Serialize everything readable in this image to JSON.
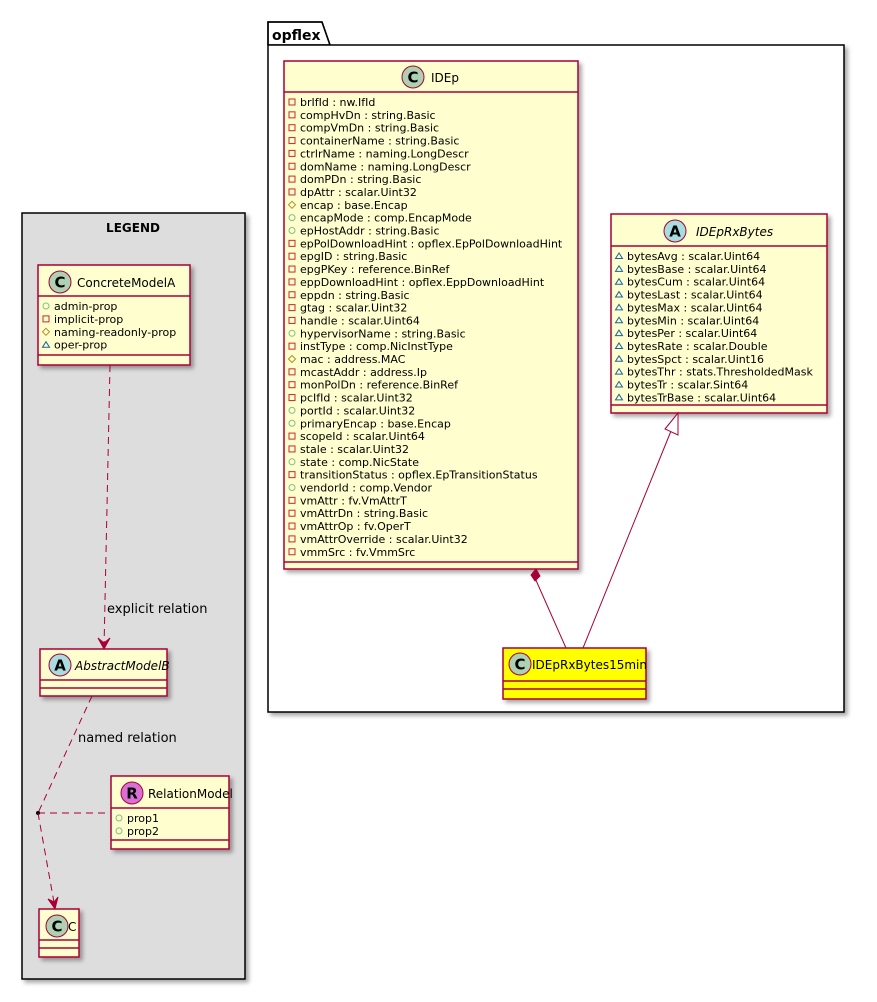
{
  "package": {
    "name": "opflex"
  },
  "legend": {
    "title": "LEGEND",
    "concrete": {
      "name": "ConcreteModelA",
      "stereotype": "C",
      "attributes": [
        {
          "vis": "+",
          "text": "admin-prop"
        },
        {
          "vis": "-",
          "text": "implicit-prop"
        },
        {
          "vis": "#",
          "text": "naming-readonly-prop"
        },
        {
          "vis": "~",
          "text": "oper-prop"
        }
      ]
    },
    "abstract": {
      "name": "AbstractModelB",
      "stereotype": "A"
    },
    "relation": {
      "name": "RelationModel",
      "stereotype": "R",
      "attributes": [
        {
          "vis": "+",
          "text": "prop1"
        },
        {
          "vis": "+",
          "text": "prop2"
        }
      ]
    },
    "target": {
      "name": "C",
      "stereotype": "C"
    },
    "explicit_label": "explicit relation",
    "named_label": "named relation"
  },
  "classes": {
    "idep": {
      "name": "IDEp",
      "stereotype": "C",
      "attributes": [
        {
          "vis": "-",
          "text": "brIfId : nw.IfId"
        },
        {
          "vis": "-",
          "text": "compHvDn : string.Basic"
        },
        {
          "vis": "-",
          "text": "compVmDn : string.Basic"
        },
        {
          "vis": "-",
          "text": "containerName : string.Basic"
        },
        {
          "vis": "-",
          "text": "ctrlrName : naming.LongDescr"
        },
        {
          "vis": "-",
          "text": "domName : naming.LongDescr"
        },
        {
          "vis": "-",
          "text": "domPDn : string.Basic"
        },
        {
          "vis": "-",
          "text": "dpAttr : scalar.Uint32"
        },
        {
          "vis": "#",
          "text": "encap : base.Encap"
        },
        {
          "vis": "+",
          "text": "encapMode : comp.EncapMode"
        },
        {
          "vis": "+",
          "text": "epHostAddr : string.Basic"
        },
        {
          "vis": "-",
          "text": "epPolDownloadHint : opflex.EpPolDownloadHint"
        },
        {
          "vis": "-",
          "text": "epgID : string.Basic"
        },
        {
          "vis": "-",
          "text": "epgPKey : reference.BinRef"
        },
        {
          "vis": "-",
          "text": "eppDownloadHint : opflex.EppDownloadHint"
        },
        {
          "vis": "-",
          "text": "eppdn : string.Basic"
        },
        {
          "vis": "-",
          "text": "gtag : scalar.Uint32"
        },
        {
          "vis": "-",
          "text": "handle : scalar.Uint64"
        },
        {
          "vis": "+",
          "text": "hypervisorName : string.Basic"
        },
        {
          "vis": "-",
          "text": "instType : comp.NicInstType"
        },
        {
          "vis": "#",
          "text": "mac : address.MAC"
        },
        {
          "vis": "-",
          "text": "mcastAddr : address.Ip"
        },
        {
          "vis": "-",
          "text": "monPolDn : reference.BinRef"
        },
        {
          "vis": "-",
          "text": "pcIfId : scalar.Uint32"
        },
        {
          "vis": "+",
          "text": "portId : scalar.Uint32"
        },
        {
          "vis": "+",
          "text": "primaryEncap : base.Encap"
        },
        {
          "vis": "-",
          "text": "scopeId : scalar.Uint64"
        },
        {
          "vis": "-",
          "text": "stale : scalar.Uint32"
        },
        {
          "vis": "+",
          "text": "state : comp.NicState"
        },
        {
          "vis": "-",
          "text": "transitionStatus : opflex.EpTransitionStatus"
        },
        {
          "vis": "+",
          "text": "vendorId : comp.Vendor"
        },
        {
          "vis": "-",
          "text": "vmAttr : fv.VmAttrT"
        },
        {
          "vis": "-",
          "text": "vmAttrDn : string.Basic"
        },
        {
          "vis": "-",
          "text": "vmAttrOp : fv.OperT"
        },
        {
          "vis": "-",
          "text": "vmAttrOverride : scalar.Uint32"
        },
        {
          "vis": "-",
          "text": "vmmSrc : fv.VmmSrc"
        }
      ]
    },
    "idepRxBytes": {
      "name": "IDEpRxBytes",
      "stereotype": "A",
      "attributes": [
        {
          "vis": "~",
          "text": "bytesAvg : scalar.Uint64"
        },
        {
          "vis": "~",
          "text": "bytesBase : scalar.Uint64"
        },
        {
          "vis": "~",
          "text": "bytesCum : scalar.Uint64"
        },
        {
          "vis": "~",
          "text": "bytesLast : scalar.Uint64"
        },
        {
          "vis": "~",
          "text": "bytesMax : scalar.Uint64"
        },
        {
          "vis": "~",
          "text": "bytesMin : scalar.Uint64"
        },
        {
          "vis": "~",
          "text": "bytesPer : scalar.Uint64"
        },
        {
          "vis": "~",
          "text": "bytesRate : scalar.Double"
        },
        {
          "vis": "~",
          "text": "bytesSpct : scalar.Uint16"
        },
        {
          "vis": "~",
          "text": "bytesThr : stats.ThresholdedMask"
        },
        {
          "vis": "~",
          "text": "bytesTr : scalar.Sint64"
        },
        {
          "vis": "~",
          "text": "bytesTrBase : scalar.Uint64"
        }
      ]
    },
    "idepRxBytes15min": {
      "name": "IDEpRxBytes15min",
      "stereotype": "C"
    }
  },
  "colors": {
    "class_fill": "#FEFECE",
    "class_border": "#A80036",
    "highlight_fill": "#FFFF00",
    "legend_fill": "#DDDDDD",
    "circle_C": "#ADD1B2",
    "circle_A": "#A9DCDF",
    "circle_R": "#DA70D6",
    "vis_public": "#84BE84",
    "vis_private": "#C82930",
    "vis_protected": "#B38D22",
    "vis_package": "#1963A0"
  }
}
